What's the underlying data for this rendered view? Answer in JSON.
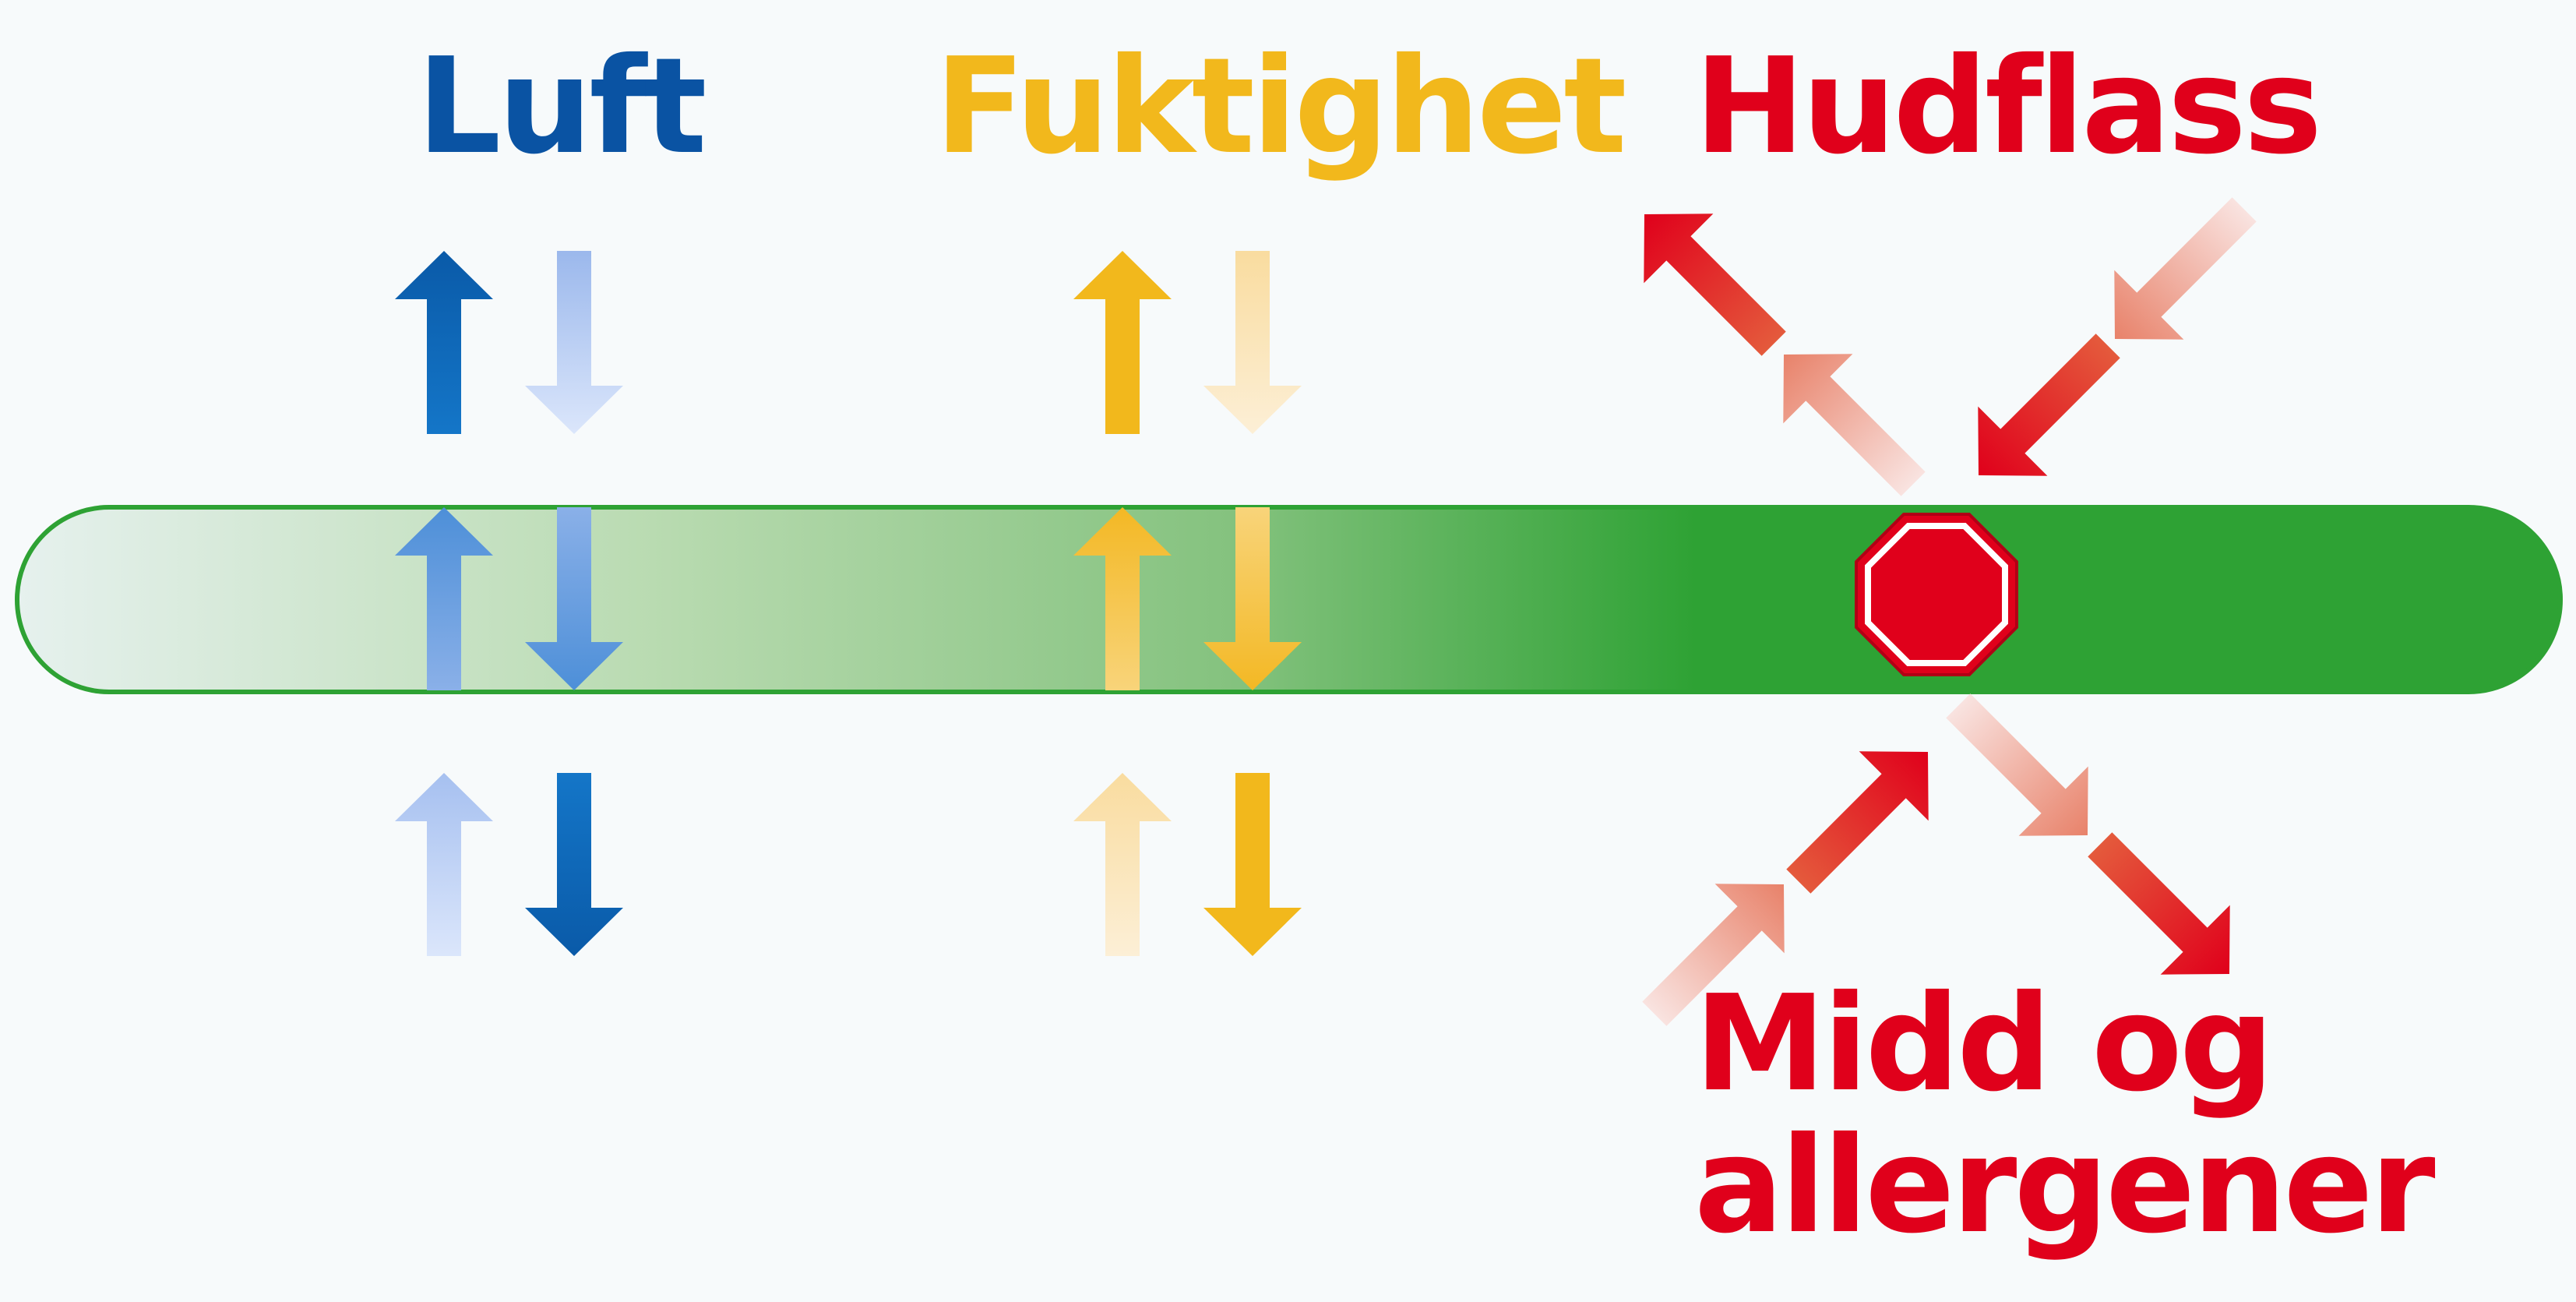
{
  "colors": {
    "blue": "#0a53a3",
    "blue_arrow": "#0c6fbd",
    "yellow": "#f2b81c",
    "red": "#e0001b",
    "green": "#2ea234",
    "background": "#f7fafb"
  },
  "labels": {
    "luft": "Luft",
    "fuktighet": "Fuktighet",
    "hudflass": "Hudflass",
    "midd_line1": "Midd og",
    "midd_line2": "allergener"
  },
  "icons": {
    "stop_sign": "octagon-stop-icon",
    "arrows": "arrow-icon"
  }
}
